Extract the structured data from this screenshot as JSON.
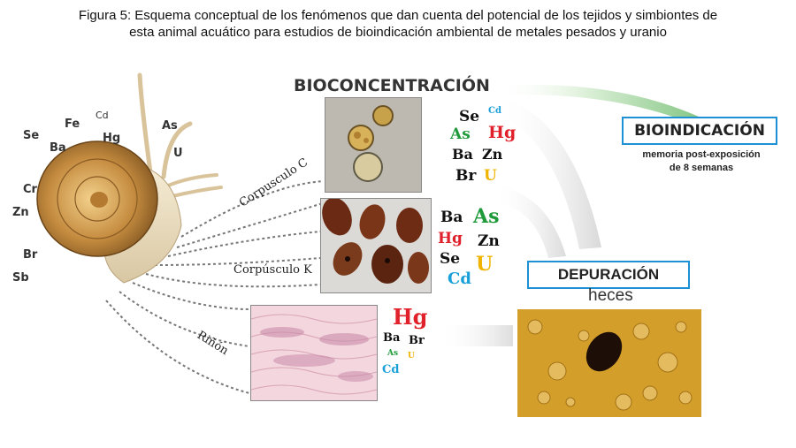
{
  "caption": {
    "prefix": "Figura 5:",
    "text_line1": " Esquema conceptual de los fenómenos que dan cuenta del potencial de los tejidos y simbiontes de",
    "text_line2": "esta animal acuático para estudios de bioindicación ambiental de metales pesados y uranio"
  },
  "snail_elements": [
    "Se",
    "Fe",
    "Cd",
    "Ba",
    "Hg",
    "As",
    "U",
    "Cr",
    "Zn",
    "Br",
    "Sb"
  ],
  "labels": {
    "bioconcentracion": "BIOCONCENTRACIÓN",
    "bioindicacion": "BIOINDICACIÓN",
    "memoria": "memoria post-exposición",
    "semanas": "de 8 semanas",
    "depuracion": "DEPURACIÓN",
    "heces": "heces"
  },
  "tissues": {
    "corpusculo_c": "Corpusculo C",
    "corpusculo_k": "Corpúsculo K",
    "rinon": "Riñón"
  },
  "metals_c": {
    "Se": "Se",
    "Cd": "Cd",
    "As": "As",
    "Hg": "Hg",
    "Ba": "Ba",
    "Zn": "Zn",
    "Br": "Br",
    "U": "U"
  },
  "metals_k": {
    "Ba": "Ba",
    "As": "As",
    "Hg": "Hg",
    "Zn": "Zn",
    "Se": "Se",
    "U": "U",
    "Cd": "Cd"
  },
  "metals_r": {
    "Hg": "Hg",
    "Ba": "Ba",
    "Br": "Br",
    "As": "As",
    "U": "U",
    "Cd": "Cd"
  },
  "colors": {
    "black": "#111111",
    "red": "#e0202a",
    "green": "#1f9a3a",
    "blue": "#1aa0d8",
    "yellow": "#f0b400",
    "box_border": "#1e90d6"
  }
}
